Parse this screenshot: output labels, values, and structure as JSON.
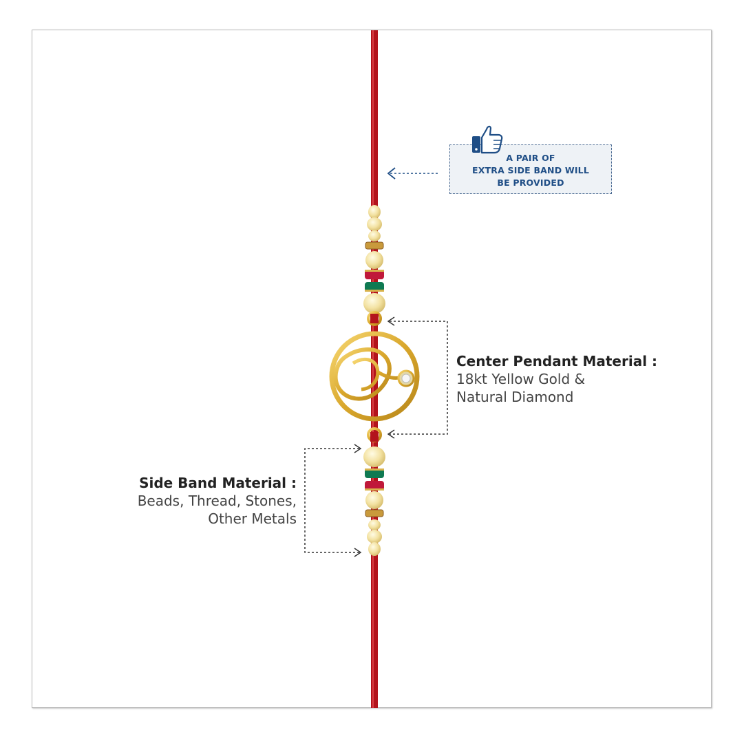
{
  "callout": {
    "line1": "A PAIR OF",
    "line2": "EXTRA SIDE BAND WILL",
    "line3": "BE PROVIDED",
    "icon": "thumbs-up-icon"
  },
  "center_pendant": {
    "heading": "Center Pendant Material :",
    "line1": "18kt Yellow Gold &",
    "line2": "Natural Diamond"
  },
  "side_band": {
    "heading": "Side Band Material :",
    "line1": "Beads, Thread, Stones,",
    "line2": "Other Metals"
  },
  "colors": {
    "thread": "#b3141c",
    "gold": "#e6b73a",
    "bead_cream": "#f4e3a6",
    "ruby": "#c0183a",
    "emerald": "#0f7a52",
    "callout_text": "#1f4e86"
  }
}
